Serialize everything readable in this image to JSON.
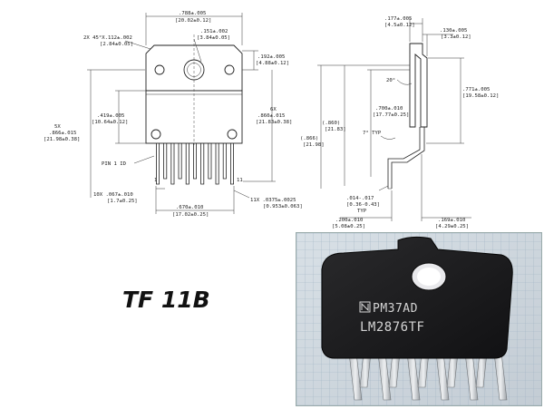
{
  "package_label": "TF 11B",
  "chip_marking": {
    "line1": "PM37AD",
    "line2": "LM2876TF"
  },
  "dimensions": {
    "width_total": ".788±.005",
    "width_total_mm": "[20.02±0.12]",
    "corner_chamfer": "2X 45°X.112±.002",
    "corner_chamfer_mm": "[2.84±0.05]",
    "hole_diameter": ".151±.002",
    "hole_diameter_mm": "[3.84±0.05]",
    "hole_center_height": ".192±.005",
    "hole_center_height_mm": "[4.88±0.12]",
    "body_lower_height": ".419±.005",
    "body_lower_height_mm": "[10.64±0.12]",
    "lead_length_5x": "5X",
    "lead_length_5x_val": ".866±.015",
    "lead_length_5x_mm": "[21.98±0.38]",
    "lead_length_6x": "6X",
    "lead_length_6x_val": ".860±.015",
    "lead_length_6x_mm": "[21.83±0.38]",
    "pin1_label": "PIN 1 ID",
    "pin_width_10x": "10X .067±.010",
    "pin_width_10x_mm": "[1.7±0.25]",
    "pin_span": ".670±.010",
    "pin_span_mm": "[17.02±0.25]",
    "pin_pitch_11x": "11X .0375±.0025",
    "pin_pitch_11x_mm": "[0.953±0.063]",
    "pin_count_1": "1",
    "pin_count_11": "11",
    "side_thickness": ".177±.005",
    "side_thickness_mm": "[4.5±0.12]",
    "side_tab": ".130±.005",
    "side_tab_mm": "[3.3±0.12]",
    "side_angle": "20°",
    "side_height_a": ".700±.010",
    "side_height_a_mm": "[17.77±0.25]",
    "side_height_b": ".771±.005",
    "side_height_b_mm": "[19.58±0.12]",
    "side_860": "(.860)",
    "side_860_mm": "[21.83]",
    "side_866": "(.866)",
    "side_866_mm": "[21.98]",
    "side_angle_typ": "7° TYP",
    "lead_thick": ".014-.017",
    "lead_thick_mm": "[0.36-0.43]",
    "lead_thick_typ": "TYP",
    "side_offset_a": ".200±.010",
    "side_offset_a_mm": "[5.08±0.25]",
    "side_offset_b": ".169±.010",
    "side_offset_b_mm": "[4.29±0.25]"
  }
}
